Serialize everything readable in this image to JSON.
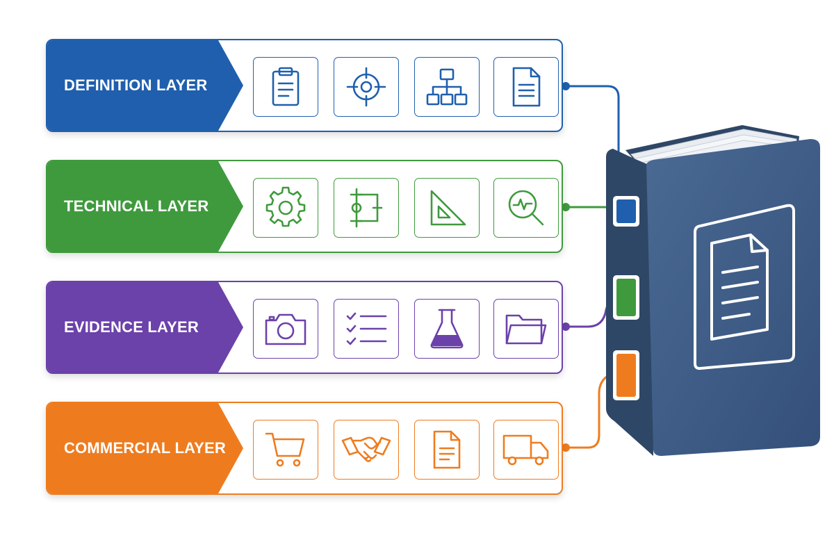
{
  "layers": [
    {
      "label": "DEFINITION LAYER",
      "color": "#1f5fad",
      "icons": [
        "clipboard-icon",
        "target-icon",
        "org-chart-icon",
        "document-icon"
      ]
    },
    {
      "label": "TECHNICAL LAYER",
      "color": "#3f9a3d",
      "icons": [
        "gear-icon",
        "circuit-diagram-icon",
        "set-square-icon",
        "magnifier-pulse-icon"
      ]
    },
    {
      "label": "EVIDENCE LAYER",
      "color": "#6b41aa",
      "icons": [
        "camera-icon",
        "checklist-icon",
        "flask-icon",
        "folder-icon"
      ]
    },
    {
      "label": "COMMERCIAL LAYER",
      "color": "#ee7c1f",
      "icons": [
        "shopping-cart-icon",
        "handshake-icon",
        "invoice-icon",
        "delivery-truck-icon"
      ]
    }
  ],
  "binder": {
    "cover_color": "#3b5679",
    "spine_color": "#2f4766",
    "page_color": "#eef1f5",
    "tab_colors": [
      "#1f5fad",
      "#3f9a3d",
      "#ee7c1f"
    ],
    "cover_icon": "document-icon"
  }
}
